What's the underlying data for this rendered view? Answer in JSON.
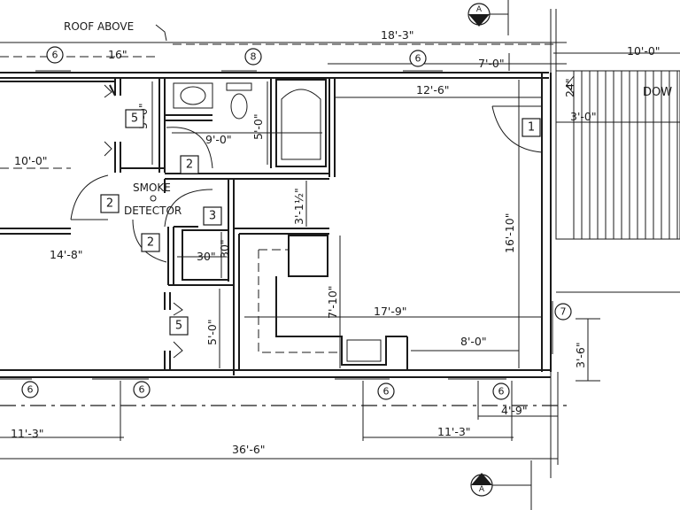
{
  "labels": {
    "roof_above": "ROOF ABOVE",
    "smoke_line1": "SMOKE",
    "smoke_line2": "DETECTOR",
    "down": "DOW"
  },
  "dimensions": {
    "top_run": "18'-3\"",
    "right_run": "10'-0\"",
    "overhang": "16\"",
    "seven_zero": "7'-0\"",
    "room1_width": "12'-6\"",
    "small_24": "24\"",
    "stair_3_0": "3'-0\"",
    "closet_5_0_left": "5'-0\"",
    "bath_5_0": "5'-0\"",
    "bath_9_0": "9'-0\"",
    "left_10_0": "10'-0\"",
    "hall_3_1_5": "3'-1½\"",
    "room1_depth": "16'-10\"",
    "left_14_8": "14'-8\"",
    "closet_30_h": "30\"",
    "closet_30_v": "30\"",
    "counter_7_10": "7'-10\"",
    "room_17_9": "17'-9\"",
    "closet_5_0_lower": "5'-0\"",
    "kitchen_8_0": "8'-0\"",
    "side_3_6": "3'-6\"",
    "bottom_4_9": "4'-9\"",
    "bottom_11_3_left": "11'-3\"",
    "bottom_11_3_right": "11'-3\"",
    "overall": "36'-6\""
  },
  "room_tags": {
    "t5a": "5",
    "t2a": "2",
    "t2b": "2",
    "t3": "3",
    "t2c": "2",
    "t5b": "5",
    "t1": "1"
  },
  "window_tags": {
    "w6a": "6",
    "w8": "8",
    "w6b": "6",
    "w7": "7",
    "w6c": "6",
    "w6d": "6",
    "w6e": "6",
    "w6f": "6"
  },
  "section_marks": {
    "top": "A",
    "bottom": "A"
  }
}
